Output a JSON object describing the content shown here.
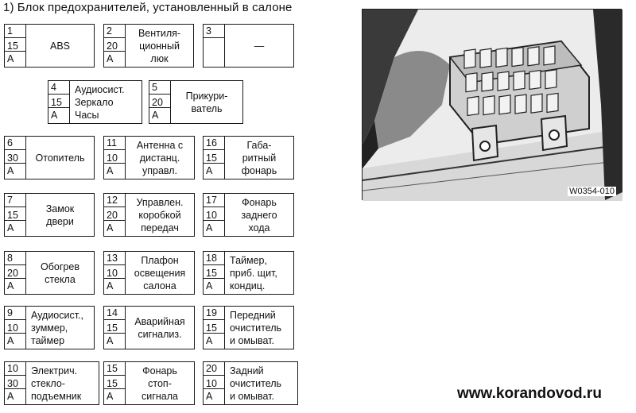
{
  "title": "1) Блок предохранителей, установленный в салоне",
  "fuses": {
    "f1": {
      "num": "1",
      "amp": "15",
      "unit": "A",
      "label": "ABS"
    },
    "f2": {
      "num": "2",
      "amp": "20",
      "unit": "A",
      "label": "Вентиля-\nционный\nлюк"
    },
    "f3": {
      "num": "3",
      "amp": "",
      "unit": "",
      "label": "—"
    },
    "f4": {
      "num": "4",
      "amp": "15",
      "unit": "A",
      "label": "Аудиосист.\nЗеркало\nЧасы"
    },
    "f5": {
      "num": "5",
      "amp": "20",
      "unit": "A",
      "label": "Прикури-\nватель"
    },
    "f6": {
      "num": "6",
      "amp": "30",
      "unit": "A",
      "label": "Отопитель"
    },
    "f7": {
      "num": "7",
      "amp": "15",
      "unit": "A",
      "label": "Замок\nдвери"
    },
    "f8": {
      "num": "8",
      "amp": "20",
      "unit": "A",
      "label": "Обогрев\nстекла"
    },
    "f9": {
      "num": "9",
      "amp": "10",
      "unit": "A",
      "label": "Аудиосист.,\nзуммер,\nтаймер"
    },
    "f10": {
      "num": "10",
      "amp": "30",
      "unit": "A",
      "label": "Электрич.\nстекло-\nподъемник"
    },
    "f11": {
      "num": "11",
      "amp": "10",
      "unit": "A",
      "label": "Антенна с\nдистанц.\nуправл."
    },
    "f12": {
      "num": "12",
      "amp": "20",
      "unit": "A",
      "label": "Управлен.\nкоробкой\nпередач"
    },
    "f13": {
      "num": "13",
      "amp": "10",
      "unit": "A",
      "label": "Плафон\nосвещения\nсалона"
    },
    "f14": {
      "num": "14",
      "amp": "15",
      "unit": "A",
      "label": "Аварийная\nсигнализ."
    },
    "f15": {
      "num": "15",
      "amp": "15",
      "unit": "A",
      "label": "Фонарь\nстоп-\nсигнала"
    },
    "f16": {
      "num": "16",
      "amp": "15",
      "unit": "A",
      "label": "Габа-\nритный\nфонарь"
    },
    "f17": {
      "num": "17",
      "amp": "10",
      "unit": "A",
      "label": "Фонарь\nзаднего\nхода"
    },
    "f18": {
      "num": "18",
      "amp": "15",
      "unit": "A",
      "label": "Таймер,\nприб. щит,\nкондиц."
    },
    "f19": {
      "num": "19",
      "amp": "15",
      "unit": "A",
      "label": "Передний\nочиститель\nи омыват."
    },
    "f20": {
      "num": "20",
      "amp": "10",
      "unit": "A",
      "label": "Задний\nочиститель\nи омыват."
    }
  },
  "photo": {
    "code": "W0354-010"
  },
  "site": "www.korandovod.ru"
}
